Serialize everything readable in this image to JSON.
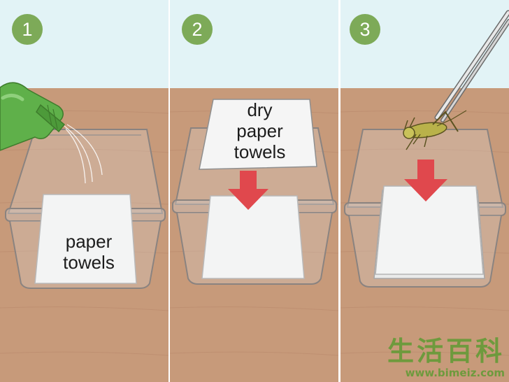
{
  "steps": [
    {
      "number": "1",
      "label_line1": "paper",
      "label_line2": "towels"
    },
    {
      "number": "2",
      "label_line1": "dry",
      "label_line2": "paper",
      "label_line3": "towels"
    },
    {
      "number": "3"
    }
  ],
  "watermark": {
    "logo": "生活百科",
    "url": "www.bimeiz.com"
  },
  "colors": {
    "sky": "#e2f3f6",
    "table": "#c79a7a",
    "badge": "#7daa58",
    "arrow": "#e0484d",
    "bottle": "#5fb04a",
    "grasshopper": "#b9b24a"
  },
  "icons": [
    "spray-bottle-icon",
    "down-arrow-icon",
    "tweezers-icon",
    "grasshopper-icon"
  ]
}
